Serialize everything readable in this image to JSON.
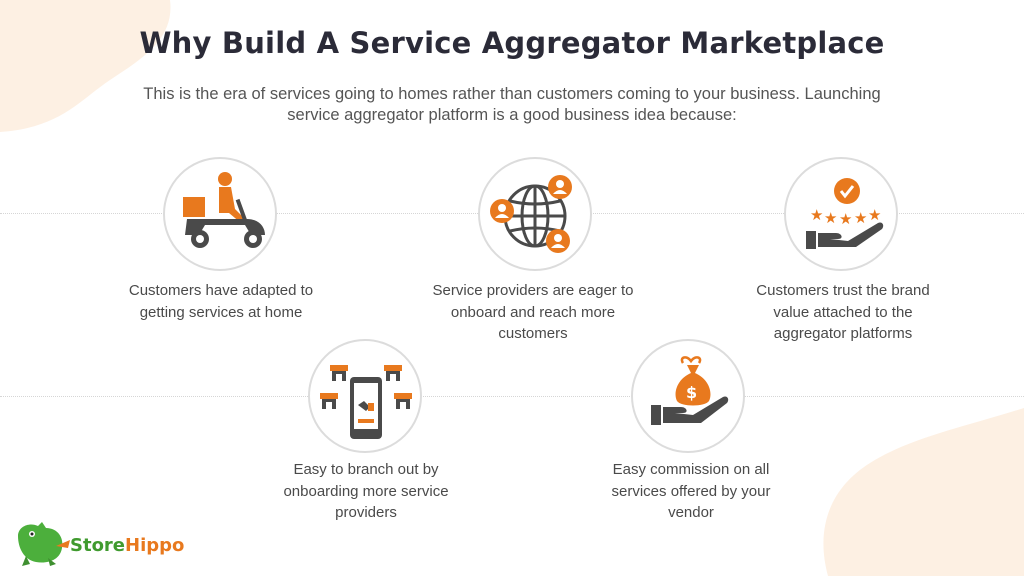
{
  "page": {
    "title": "Why Build A Service Aggregator Marketplace",
    "subtitle": "This is the era of services going to homes rather than customers coming to your business. Launching service aggregator platform is a good business idea because:"
  },
  "colors": {
    "accent": "#e8791e",
    "icon_dark": "#4a4a4a",
    "blob": "#fdf0e3"
  },
  "items": [
    {
      "icon": "delivery-scooter-icon",
      "caption": "Customers have adapted to getting services at home"
    },
    {
      "icon": "global-network-icon",
      "caption": "Service providers are eager to onboard and reach more customers"
    },
    {
      "icon": "hand-rating-stars-icon",
      "caption": "Customers trust the brand value attached to the aggregator platforms"
    },
    {
      "icon": "mobile-stores-icon",
      "caption": "Easy to branch out by onboarding more service providers"
    },
    {
      "icon": "hand-money-bag-icon",
      "caption": "Easy commission on all services offered by your vendor"
    }
  ],
  "logo": {
    "icon": "hippo-logo-icon",
    "text_part1": "Store",
    "text_part2": "Hippo"
  }
}
